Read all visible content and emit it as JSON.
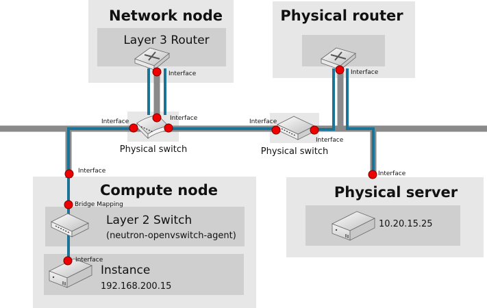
{
  "nodes": {
    "network_node": {
      "title": "Network node",
      "inner_label": "Layer 3 Router",
      "device": "router"
    },
    "physical_router": {
      "title": "Physical router",
      "device": "router"
    },
    "compute_node": {
      "title": "Compute node",
      "layer2": {
        "label": "Layer 2 Switch",
        "sublabel": "(neutron-openvswitch-agent)",
        "device": "switch"
      },
      "instance": {
        "label": "Instance",
        "ip": "192.168.200.15",
        "device": "server"
      }
    },
    "physical_server": {
      "title": "Physical server",
      "ip": "10.20.15.25",
      "device": "server"
    }
  },
  "switches": [
    {
      "label": "Physical switch"
    },
    {
      "label": "Physical switch"
    }
  ],
  "interfaces": {
    "network_router": "Interface",
    "switch1_left": "Interface",
    "switch1_right": "Interface",
    "switch2_left": "Interface",
    "switch2_right": "Interface",
    "physical_router": "Interface",
    "compute_uplink": "Interface",
    "bridge_mapping": "Bridge Mapping",
    "instance": "Interface",
    "physical_server": "Interface"
  },
  "colors": {
    "provider_network": "#8a8a8a",
    "tenant_link": "#1b7395",
    "interface_dot": "#ee0000",
    "outer_box": "#e6e7e6",
    "inner_box": "#cfcfcf"
  }
}
